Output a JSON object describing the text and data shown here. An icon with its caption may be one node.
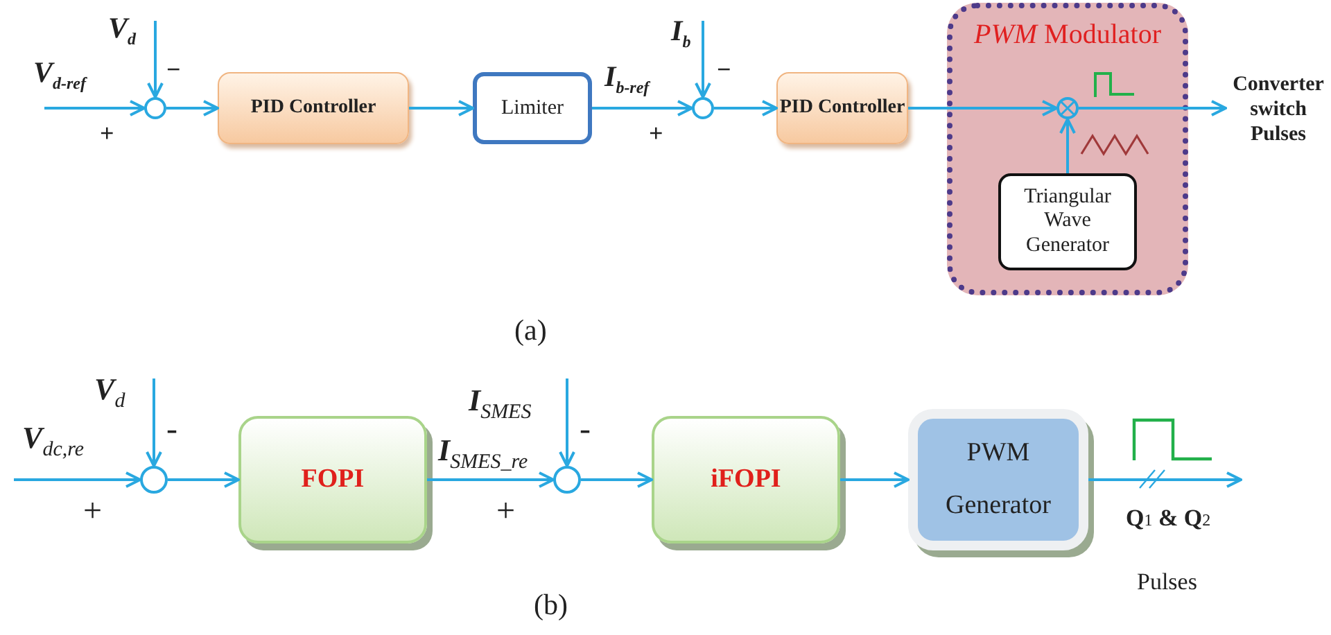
{
  "diagram": {
    "nodes": [
      {
        "text": [],
        "shape": "circle"
      },
      {
        "text": [
          "PID Controller"
        ]
      },
      {
        "text": [
          "Limiter"
        ]
      },
      {
        "text": [],
        "shape": "circle"
      },
      {
        "text": [
          "PID Controller"
        ]
      },
      {
        "text": [
          "*PWM* Modulator"
        ]
      },
      {
        "text": [],
        "shape": "circle",
        "in": 5
      },
      {
        "text": [
          "Triangular Wave Generator"
        ],
        "in": 5
      },
      {
        "text": [
          "Converter switch Pulses"
        ]
      },
      {
        "text": [],
        "shape": "circle"
      },
      {
        "text": [
          "FOPI"
        ]
      },
      {
        "text": [],
        "shape": "circle"
      },
      {
        "text": [
          "iFOPI"
        ]
      },
      {
        "text": [
          "PWM Generator"
        ]
      }
    ],
    "edges": [
      {
        "from": null,
        "to": 0,
        "arrow": "to"
      },
      {
        "from": null,
        "to": 0,
        "arrow": "to"
      },
      {
        "from": 0,
        "to": 1,
        "arrow": "to"
      },
      {
        "from": 1,
        "to": 2,
        "arrow": "to"
      },
      {
        "from": 2,
        "to": 3,
        "arrow": "to"
      },
      {
        "from": null,
        "to": 3,
        "arrow": "to"
      },
      {
        "from": 3,
        "to": 4,
        "arrow": "to"
      },
      {
        "from": 4,
        "to": 6,
        "arrow": "to"
      },
      {
        "from": 6,
        "to": 8,
        "arrow": "to"
      },
      {
        "from": 7,
        "to": 6,
        "arrow": "to"
      },
      {
        "from": null,
        "to": 9,
        "arrow": "to"
      },
      {
        "from": null,
        "to": 9,
        "arrow": "to"
      },
      {
        "from": 9,
        "to": 10,
        "arrow": "to"
      },
      {
        "from": 10,
        "to": 11,
        "arrow": "to"
      },
      {
        "from": null,
        "to": 11,
        "arrow": "to"
      },
      {
        "from": 11,
        "to": 12,
        "arrow": "to"
      },
      {
        "from": 12,
        "to": 13,
        "arrow": "to"
      },
      {
        "from": 13,
        "to": null,
        "arrow": "to"
      }
    ],
    "labels": [
      "V$_{d}$",
      "V$_{d-ref}$",
      "−",
      "+",
      "I$_{b-ref}$",
      "I$_{b}$",
      "−",
      "+",
      "(a)",
      "V$_{d}$",
      "V$_{dc,re}$",
      "-",
      "+",
      "I$_{SMES}$",
      "I$_{SMES_re}$",
      "-",
      "+",
      "Q$_{1}$ & Q$_{2}$",
      "Pulses",
      "(b)"
    ]
  }
}
